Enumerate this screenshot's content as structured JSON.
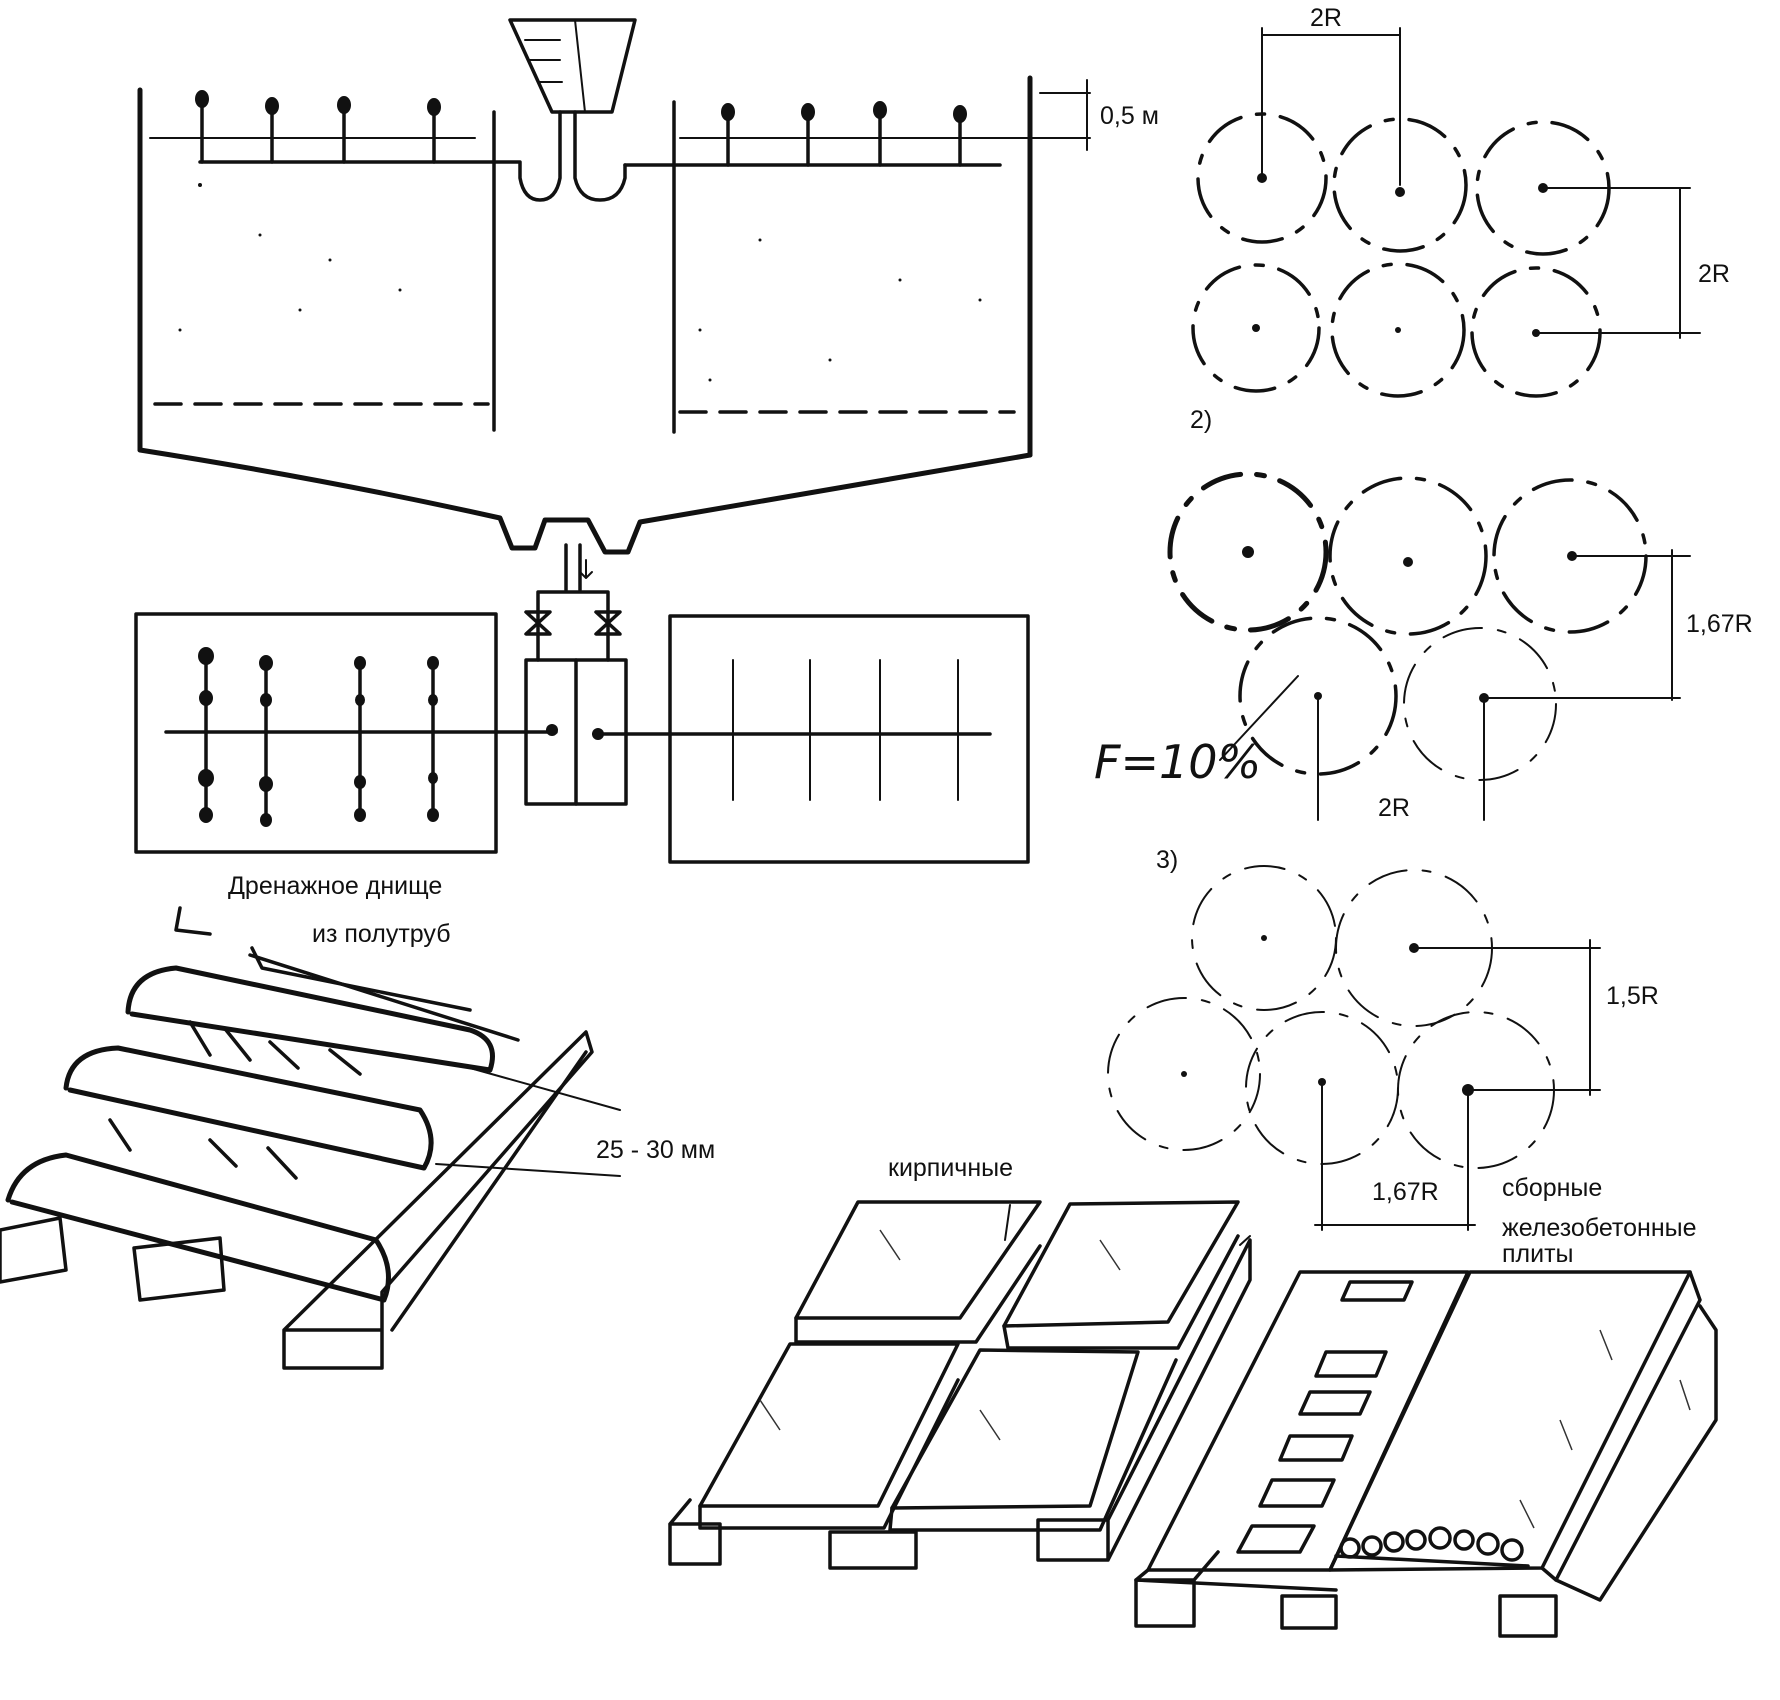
{
  "labels": {
    "level_dim": "0,5 м",
    "grid1_horizontal": "2R",
    "grid1_vertical": "2R",
    "grid2_number": "2)",
    "grid2_vertical": "1,67R",
    "grid2_horizontal": "2R",
    "grid2_formula": "F=10%",
    "grid3_number": "3)",
    "grid3_vertical": "1,5R",
    "grid3_horizontal": "1,67R",
    "drainage_title_line1": "Дренажное днище",
    "drainage_title_line2": "из полутруб",
    "gap_dim": "25 - 30 мм",
    "brick_label": "кирпичные",
    "precast_line1": "сборные",
    "precast_line2": "железобетонные",
    "precast_line3": "плиты"
  }
}
